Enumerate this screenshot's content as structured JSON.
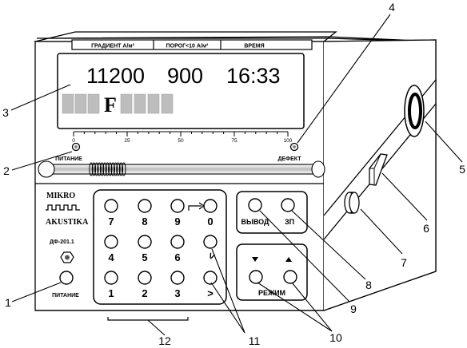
{
  "display": {
    "headers": [
      "ГРАДИЕНТ А/м²",
      "ПОРОГ<10 А/м²",
      "ВРЕМЯ"
    ],
    "gradient_value": "11200",
    "threshold_value": "900",
    "time_value": "16:33",
    "mode_letter": "F",
    "scale_ticks": [
      "0",
      "25",
      "50",
      "75",
      "100"
    ],
    "power_led_label": "ПИТАНИЕ",
    "defect_led_label": "ДЕФЕКТ"
  },
  "brand": {
    "line1": "MIKRO",
    "line2": "AKUSTIKA",
    "model": "ДФ-201.1",
    "power_button_label": "ПИТАНИЕ"
  },
  "keypad": {
    "keys": [
      "7",
      "8",
      "9",
      "0",
      "4",
      "5",
      "6",
      "<",
      "1",
      "2",
      "3",
      ">"
    ]
  },
  "controls": {
    "output_label": "ВЫВОД",
    "store_label": "ЗП",
    "mode_label": "РЕЖИМ"
  },
  "callouts": [
    "1",
    "2",
    "3",
    "4",
    "5",
    "6",
    "7",
    "8",
    "9",
    "10",
    "11",
    "12"
  ]
}
